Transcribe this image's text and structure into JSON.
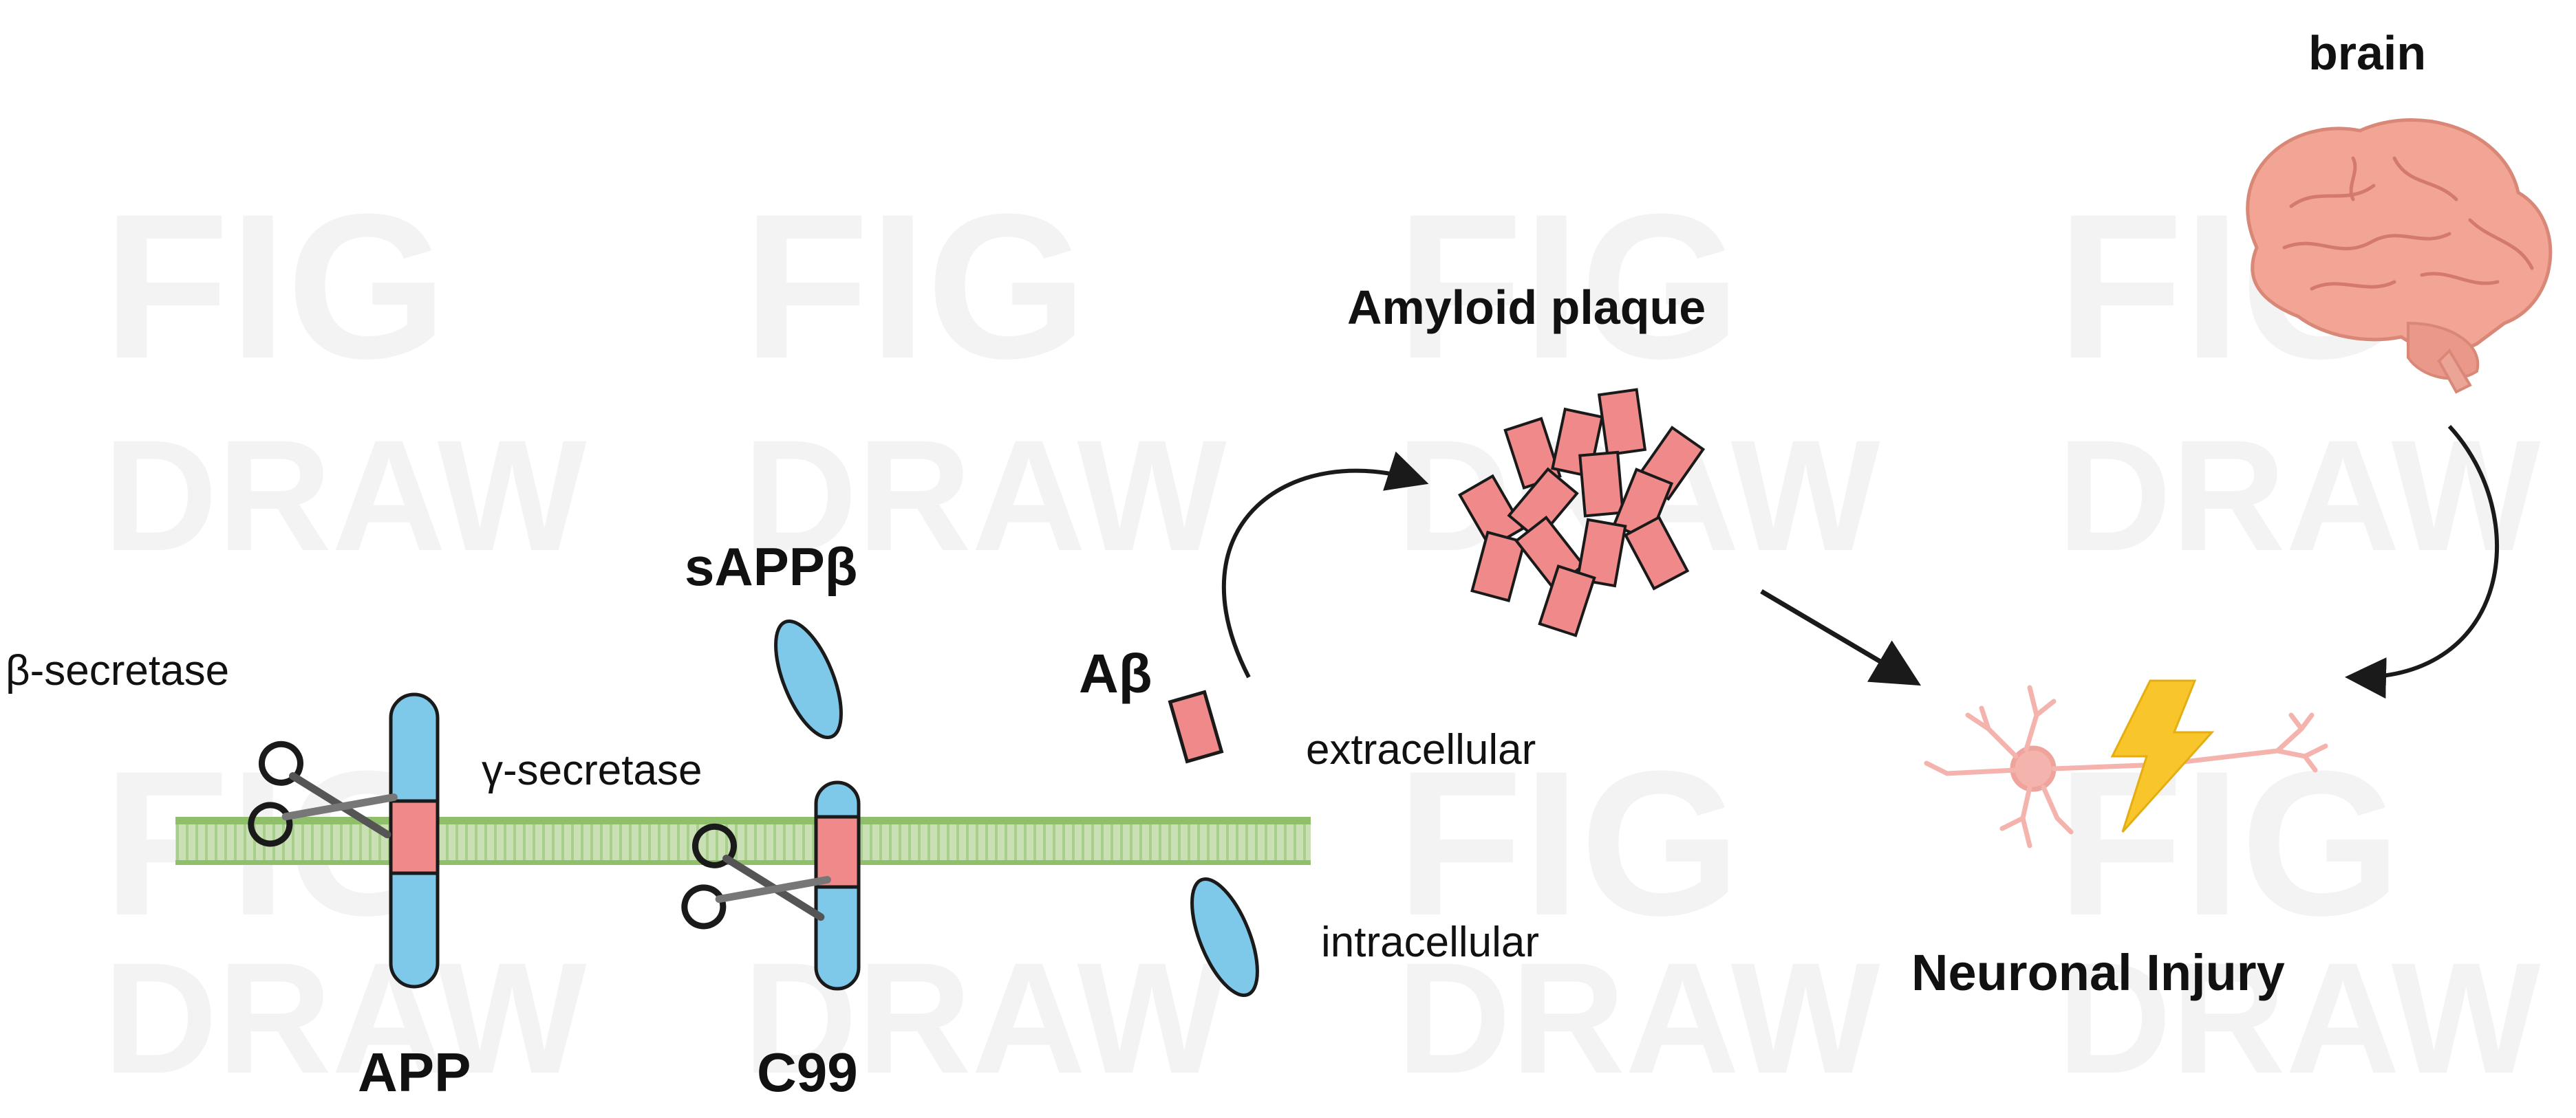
{
  "labels": {
    "brain": "brain",
    "amyloid_plaque": "Amyloid plaque",
    "sappb": "sAPPβ",
    "beta_secretase": "β-secretase",
    "gamma_secretase": "γ-secretase",
    "abeta": "Aβ",
    "extracellular": "extracellular",
    "intracellular": "intracellular",
    "neuronal_injury": "Neuronal Injury",
    "app": "APP",
    "c99": "C99"
  },
  "watermark": {
    "word_top": "FIG",
    "word_bottom": "DRAW"
  },
  "colors": {
    "membrane": "#8fbf6a",
    "protein_blue": "#7ec8ea",
    "abeta_red": "#f08a8a",
    "brain_pink": "#f2a595",
    "neuron_pink": "#f4b3ad",
    "lightning": "#f8c62a",
    "outline": "#1a1a1a"
  },
  "icons": [
    "scissors-icon",
    "brain-icon",
    "neuron-icon",
    "lightning-icon"
  ]
}
